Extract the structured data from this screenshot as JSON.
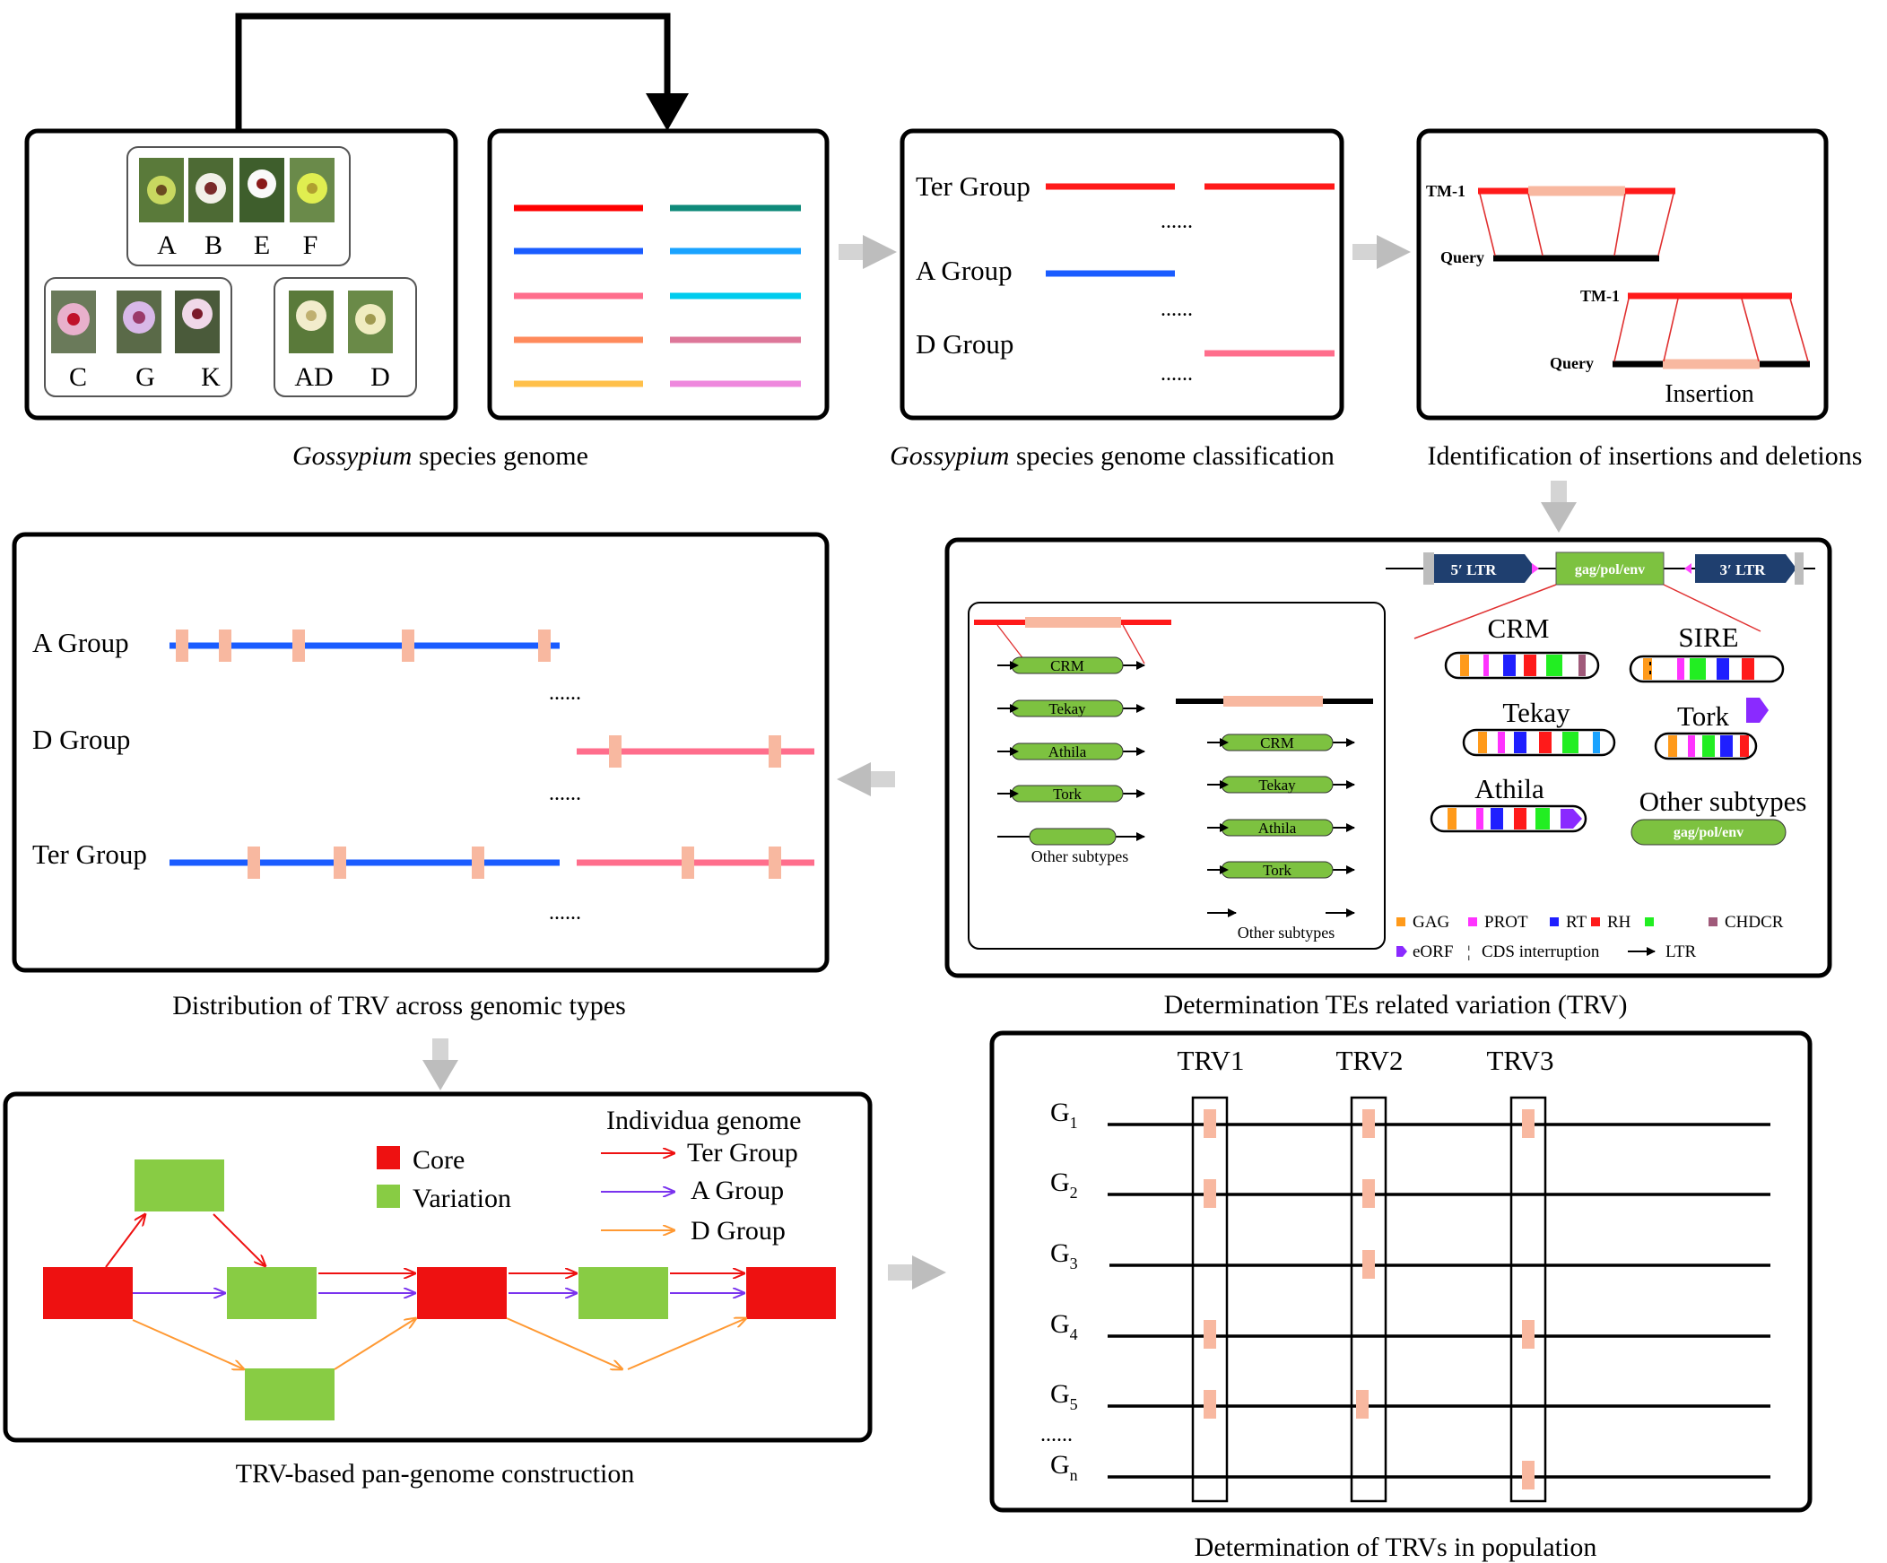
{
  "panel1": {
    "caption_italic": "Gossypium",
    "caption_rest": " species genome",
    "species_top": [
      "A",
      "B",
      "E",
      "F"
    ],
    "species_left": [
      "C",
      "G",
      "K"
    ],
    "species_right": [
      "AD",
      "D"
    ]
  },
  "panel2": {
    "line_colors_left": [
      "#ff0000",
      "#1a5cff",
      "#ff6e8c",
      "#ff8a5c",
      "#ffc04a"
    ],
    "line_colors_right": [
      "#0f8a7a",
      "#1aa3ff",
      "#00ccee",
      "#dd7799",
      "#ee88dd"
    ]
  },
  "panel3": {
    "caption_italic": "Gossypium",
    "caption_rest": " species genome classification",
    "labels": [
      "Ter Group",
      "A Group",
      "D Group"
    ],
    "ellipsis": "......"
  },
  "panel4": {
    "caption": "Identification of insertions and deletions",
    "ref_label": "TM-1",
    "query_label": "Query",
    "insertion_label": "Insertion"
  },
  "panel5": {
    "caption": "Determination  TEs related variation (TRV)",
    "ltr5": "5′ LTR",
    "ltr3": "3′ LTR",
    "gag": "gag/pol/env",
    "left_labels": [
      "CRM",
      "Tekay",
      "Athila",
      "Tork"
    ],
    "other": "Other subtypes",
    "subtypes": [
      "CRM",
      "SIRE",
      "Tekay",
      "Tork",
      "Athila",
      "Other subtypes"
    ],
    "legend": [
      "GAG",
      "PROT",
      "RT",
      "RH",
      "CHDCR",
      "eORF",
      "CDS interruption",
      "LTR"
    ],
    "legend_colors": {
      "GAG": "#ff9a1a",
      "PROT": "#ff33ff",
      "RT": "#1f1fff",
      "RH": "#ff1a1a",
      "INT": "#22ee22",
      "CHDCR": "#a05a7a",
      "eORF": "#8a2aff"
    }
  },
  "panel6": {
    "caption": "Distribution of TRV across genomic types",
    "labels": [
      "A Group",
      "D Group",
      "Ter Group"
    ],
    "ellipsis": "......"
  },
  "panel7": {
    "caption": "TRV-based pan-genome construction",
    "legend_core": "Core",
    "legend_variation": "Variation",
    "legend_title": "Individua genome",
    "legend_arrows": [
      "Ter Group",
      "A Group",
      "D Group"
    ]
  },
  "panel8": {
    "caption": "Determination of TRVs in population",
    "columns": [
      "TRV1",
      "TRV2",
      "TRV3"
    ],
    "rows": [
      "1",
      "2",
      "3",
      "4",
      "5",
      "n"
    ],
    "row_prefix": "G",
    "ellipsis": "......"
  }
}
